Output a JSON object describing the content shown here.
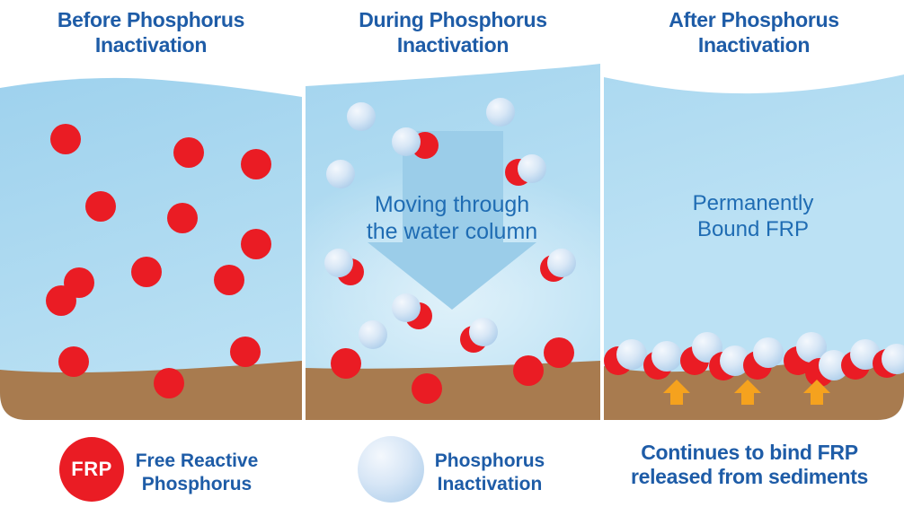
{
  "colors": {
    "title_blue": "#1E5CA7",
    "caption_blue": "#1F6CB3",
    "water_top": "#9DD1ED",
    "water_bottom": "#BBE1F4",
    "arrow_blue": "#9BCDE9",
    "red": "#EA1C24",
    "sphere_highlight": "#F4F8FD",
    "sphere_shade": "#A4C8E8",
    "sediment_brown": "#A87B4F",
    "orange": "#F5A21E",
    "background": "#FFFFFF"
  },
  "panels": [
    {
      "id": "before",
      "title": "Before Phosphorus\nInactivation",
      "red_dots": [
        [
          73,
          155
        ],
        [
          210,
          170
        ],
        [
          285,
          183
        ],
        [
          112,
          230
        ],
        [
          203,
          243
        ],
        [
          285,
          272
        ],
        [
          163,
          303
        ],
        [
          255,
          312
        ],
        [
          88,
          315
        ],
        [
          68,
          335
        ],
        [
          82,
          403
        ],
        [
          273,
          392
        ],
        [
          188,
          427
        ]
      ]
    },
    {
      "id": "during",
      "title": "During Phosphorus\nInactivation",
      "caption": "Moving through\nthe water column",
      "spheres": [
        [
          402,
          130
        ],
        [
          557,
          125
        ],
        [
          379,
          194
        ],
        [
          415,
          373
        ]
      ],
      "bound_pairs": [
        {
          "red": [
            473,
            162
          ],
          "sphere": [
            452,
            158
          ]
        },
        {
          "red": [
            577,
            192
          ],
          "sphere": [
            592,
            188
          ]
        },
        {
          "red": [
            616,
            299
          ],
          "sphere": [
            625,
            293
          ]
        },
        {
          "red": [
            390,
            303
          ],
          "sphere": [
            377,
            293
          ]
        },
        {
          "red": [
            466,
            352
          ],
          "sphere": [
            452,
            343
          ]
        },
        {
          "red": [
            527,
            378
          ],
          "sphere": [
            538,
            370
          ]
        }
      ],
      "red_dots": [
        [
          385,
          405
        ],
        [
          475,
          433
        ],
        [
          588,
          413
        ],
        [
          622,
          393
        ]
      ]
    },
    {
      "id": "after",
      "title": "After Phosphorus\nInactivation",
      "caption": "Permanently\nBound FRP",
      "bound_pairs": [
        {
          "red": [
            688,
            402
          ],
          "sphere": [
            703,
            395
          ]
        },
        {
          "red": [
            732,
            407
          ],
          "sphere": [
            742,
            397
          ]
        },
        {
          "red": [
            773,
            402
          ],
          "sphere": [
            787,
            387
          ]
        },
        {
          "red": [
            805,
            408
          ],
          "sphere": [
            818,
            402
          ]
        },
        {
          "red": [
            843,
            407
          ],
          "sphere": [
            855,
            393
          ]
        },
        {
          "red": [
            888,
            402
          ],
          "sphere": [
            903,
            387
          ]
        },
        {
          "red": [
            912,
            415
          ],
          "sphere": [
            928,
            407
          ]
        },
        {
          "red": [
            952,
            407
          ],
          "sphere": [
            963,
            395
          ]
        },
        {
          "red": [
            987,
            405
          ],
          "sphere": [
            998,
            400
          ]
        }
      ],
      "arrows_x": [
        753,
        832,
        909
      ]
    }
  ],
  "legend": {
    "frp_symbol_text": "FRP",
    "frp_label": "Free Reactive\nPhosphorus",
    "inactivation_label": "Phosphorus\nInactivation",
    "note": "Continues to bind FRP\nreleased from sediments"
  }
}
